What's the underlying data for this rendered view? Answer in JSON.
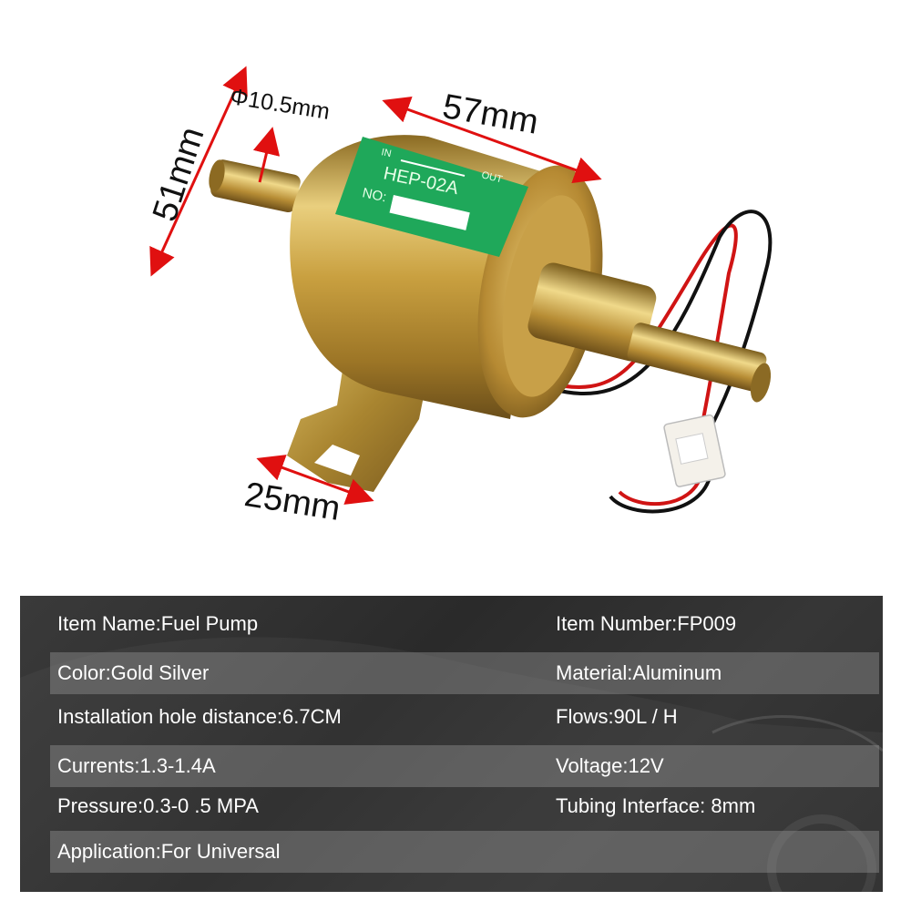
{
  "dimensions": {
    "length": "57mm",
    "height": "51mm",
    "diameter": "Φ10.5mm",
    "bracket": "25mm"
  },
  "label": {
    "in": "IN",
    "out": "OUT",
    "model": "HEP-02A",
    "no": "NO:"
  },
  "specs": [
    {
      "left": "Item Name:Fuel Pump",
      "right": "Item Number:FP009"
    },
    {
      "left": "Color:Gold Silver",
      "right": "Material:Aluminum"
    },
    {
      "left": "Installation hole distance:6.7CM",
      "right": "Flows:90L / H"
    },
    {
      "left": "Currents:1.3-1.4A",
      "right": "Voltage:12V"
    },
    {
      "left": "Pressure:0.3-0 .5 MPA",
      "right": "Tubing Interface: 8mm"
    },
    {
      "left": "Application:For Universal",
      "right": ""
    }
  ],
  "colors": {
    "gold": "#c9a040",
    "label_green": "#1fa85a",
    "arrow_red": "#e01010",
    "panel": "#333333"
  }
}
